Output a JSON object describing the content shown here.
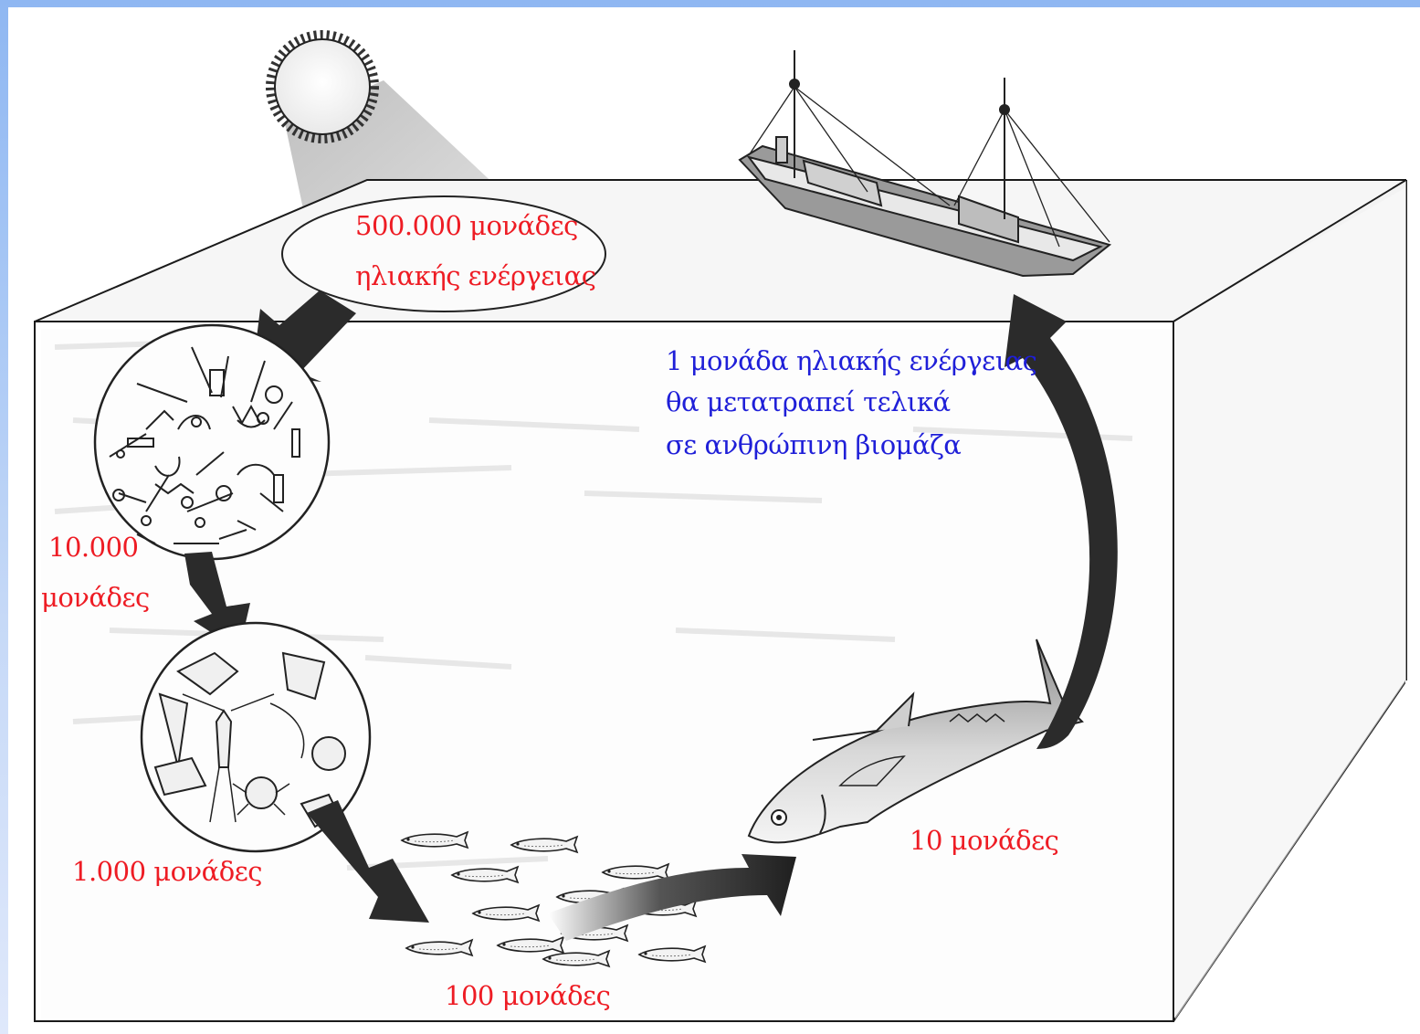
{
  "labels": {
    "sun_energy_line1": "500.000 μονάδες",
    "sun_energy_line2": "ηλιακής ενέργειας",
    "phytoplankton_line1": "10.000",
    "phytoplankton_line2": "μονάδες",
    "zooplankton": "1.000 μονάδες",
    "small_fish": "100 μονάδες",
    "tuna": "10 μονάδες",
    "human_line1": "1  μονάδα ηλιακής ενέργειας",
    "human_line2": "θα μετατραπεί τελικά",
    "human_line3": "σε ανθρώπινη βιομάζα"
  },
  "colors": {
    "energy_label": "#ee1c24",
    "human_label": "#1f1fd8",
    "frame_top": "#8fb7f2",
    "arrow": "#2b2b2b"
  },
  "icons": [
    "sun-icon",
    "fishing-boat-icon",
    "phytoplankton-circle",
    "zooplankton-circle",
    "anchovy-school",
    "tuna-fish"
  ]
}
